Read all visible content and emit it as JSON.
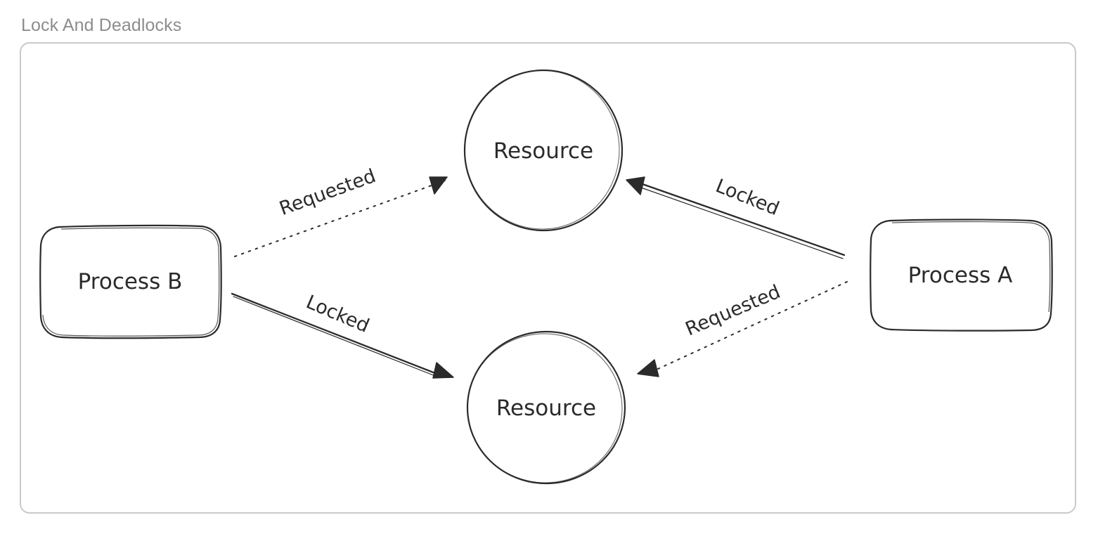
{
  "diagram": {
    "title": "Lock And Deadlocks",
    "nodes": {
      "process_b": "Process B",
      "process_a": "Process A",
      "resource_top": "Resource",
      "resource_bottom": "Resource"
    },
    "edges": {
      "b_requests_top": "Requested",
      "b_locks_bottom": "Locked",
      "a_locks_top": "Locked",
      "a_requests_bottom": "Requested"
    },
    "colors": {
      "stroke": "#2b2b2b",
      "frame": "#c9c9c9",
      "title": "#8d8d8d"
    }
  }
}
